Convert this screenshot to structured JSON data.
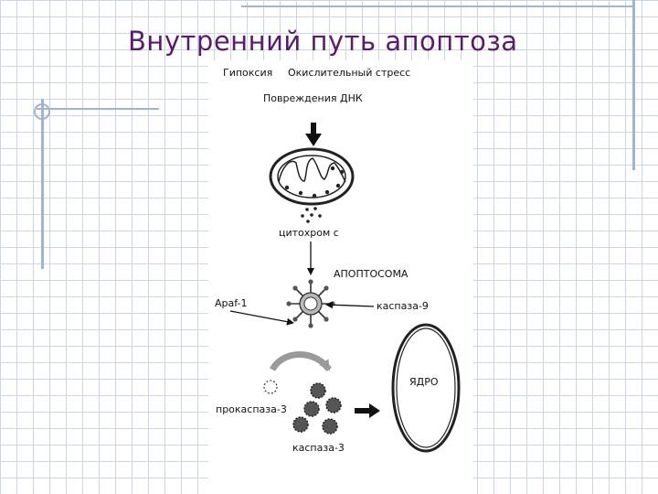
{
  "slide": {
    "title": "Внутренний путь апоптоза"
  },
  "diagram": {
    "stimuli": {
      "hypoxia": "Гипоксия",
      "oxidative_stress": "Окислительный стресс",
      "dna_damage": "Повреждения ДНК"
    },
    "cytochrome": "цитохром с",
    "apoptosome": "АПОПТОСОМА",
    "apaf": "Apaf-1",
    "caspase9": "каспаза-9",
    "procaspase3": "прокаспаза-3",
    "caspase3": "каспаза-3",
    "nucleus": "ЯДРО"
  },
  "colors": {
    "title": "#5b1a6e",
    "grid": "#c9d6e8",
    "accent_lines": "#9fb4d2",
    "diagram_ink": "#111111"
  }
}
